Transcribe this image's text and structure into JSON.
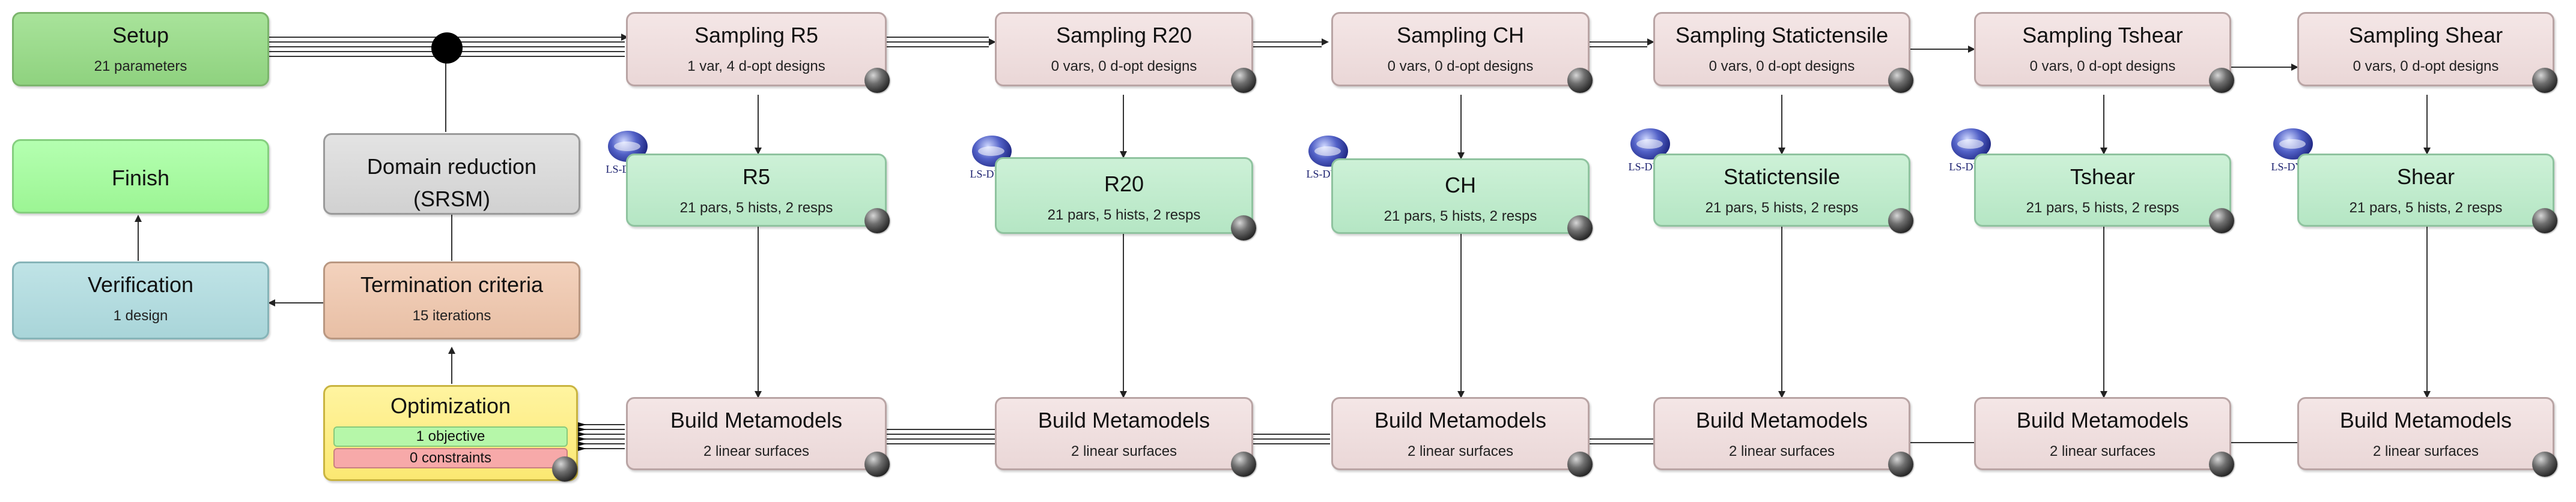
{
  "nodes": {
    "setup": {
      "title": "Setup",
      "sub": "21 parameters"
    },
    "finish": {
      "title": "Finish"
    },
    "domain_reduction": {
      "title": "Domain reduction",
      "sub": "(SRSM)"
    },
    "verification": {
      "title": "Verification",
      "sub": "1 design"
    },
    "termination": {
      "title": "Termination criteria",
      "sub": "15 iterations"
    },
    "optimization": {
      "title": "Optimization",
      "objective": "1 objective",
      "constraints": "0 constraints"
    },
    "sampling": [
      {
        "title": "Sampling R5",
        "sub": "1 var, 4 d-opt designs"
      },
      {
        "title": "Sampling R20",
        "sub": "0 vars, 0 d-opt designs"
      },
      {
        "title": "Sampling CH",
        "sub": "0 vars, 0 d-opt designs"
      },
      {
        "title": "Sampling Statictensile",
        "sub": "0 vars, 0 d-opt designs"
      },
      {
        "title": "Sampling Tshear",
        "sub": "0 vars, 0 d-opt designs"
      },
      {
        "title": "Sampling Shear",
        "sub": "0 vars, 0 d-opt designs"
      }
    ],
    "solvers": [
      {
        "title": "R5",
        "sub": "21 pars, 5 hists, 2 resps",
        "logo": "LS-DYNA"
      },
      {
        "title": "R20",
        "sub": "21 pars, 5 hists, 2 resps",
        "logo": "LS-DYNA"
      },
      {
        "title": "CH",
        "sub": "21 pars, 5 hists, 2 resps",
        "logo": "LS-DYNA"
      },
      {
        "title": "Statictensile",
        "sub": "21 pars, 5 hists, 2 resps",
        "logo": "LS-DYNA"
      },
      {
        "title": "Tshear",
        "sub": "21 pars, 5 hists, 2 resps",
        "logo": "LS-DYNA"
      },
      {
        "title": "Shear",
        "sub": "21 pars, 5 hists, 2 resps",
        "logo": "LS-DYNA"
      }
    ],
    "metamodels": [
      {
        "title": "Build Metamodels",
        "sub": "2 linear surfaces"
      },
      {
        "title": "Build Metamodels",
        "sub": "2 linear surfaces"
      },
      {
        "title": "Build Metamodels",
        "sub": "2 linear surfaces"
      },
      {
        "title": "Build Metamodels",
        "sub": "2 linear surfaces"
      },
      {
        "title": "Build Metamodels",
        "sub": "2 linear surfaces"
      },
      {
        "title": "Build Metamodels",
        "sub": "2 linear surfaces"
      }
    ]
  },
  "colors": {
    "connector": "#333333",
    "arrow": "#222222"
  }
}
